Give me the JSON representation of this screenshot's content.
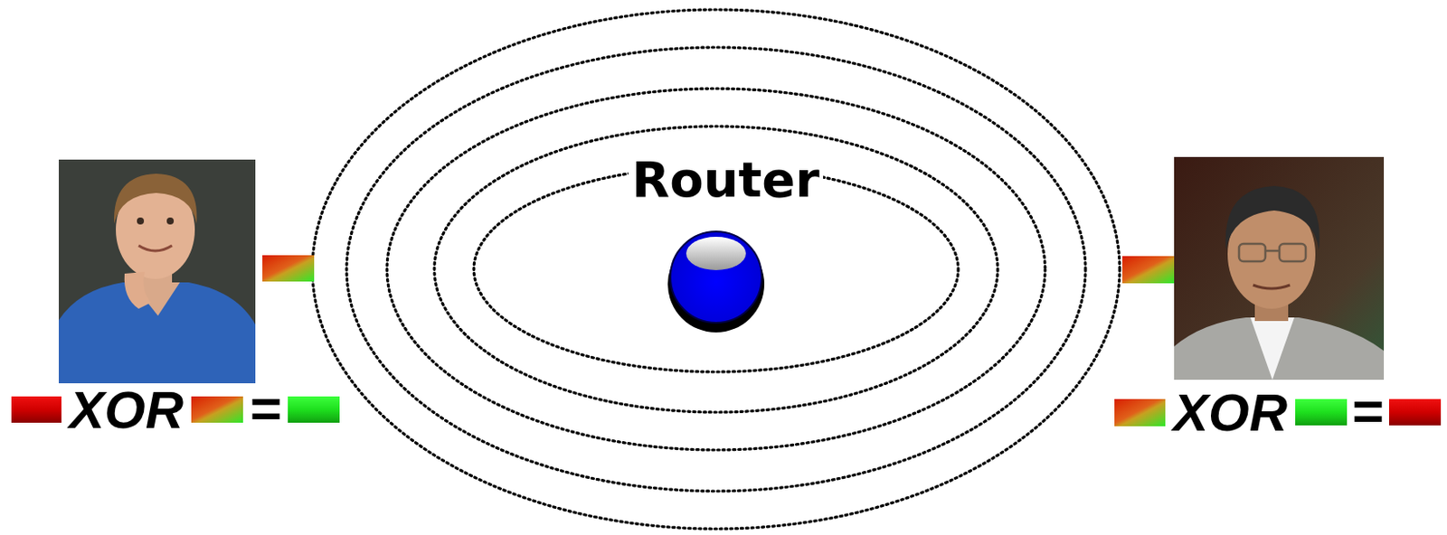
{
  "diagram": {
    "nodes": [
      {
        "text": [
          "Router"
        ]
      }
    ],
    "labels": [
      "XOR",
      "=",
      "XOR",
      "="
    ]
  }
}
